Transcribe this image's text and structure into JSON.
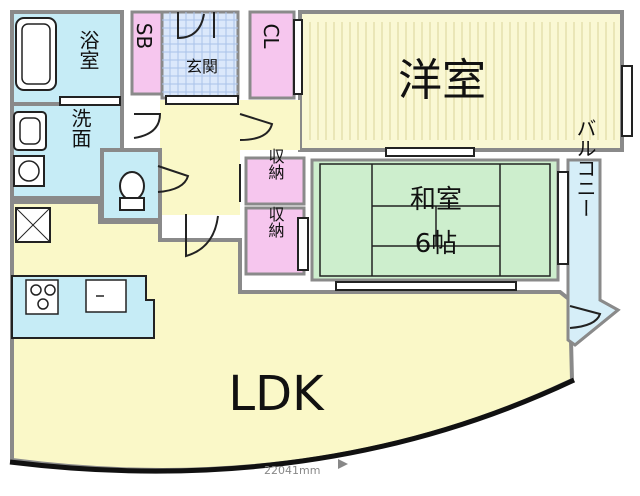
{
  "rooms": {
    "bath": "浴室",
    "sb": "SB",
    "entrance": "玄関",
    "closet": "CL",
    "western_room": "洋室",
    "washroom": "洗面",
    "storage_1": "収納",
    "storage_2": "収納",
    "japanese_room": "和室",
    "japanese_room_size": "6帖",
    "balcony": "バルコニー",
    "ldk": "LDK"
  },
  "dimension_label": "22041mm",
  "colors": {
    "bath": "#c6ecf6",
    "entrance": "#dbe8fb",
    "storage": "#f6c6ee",
    "western_room": "#faf8d4",
    "corridor": "#faf8c8",
    "japanese_room": "#cdeecd",
    "balcony": "#d6eef8",
    "wall": "#9a9a9a"
  }
}
